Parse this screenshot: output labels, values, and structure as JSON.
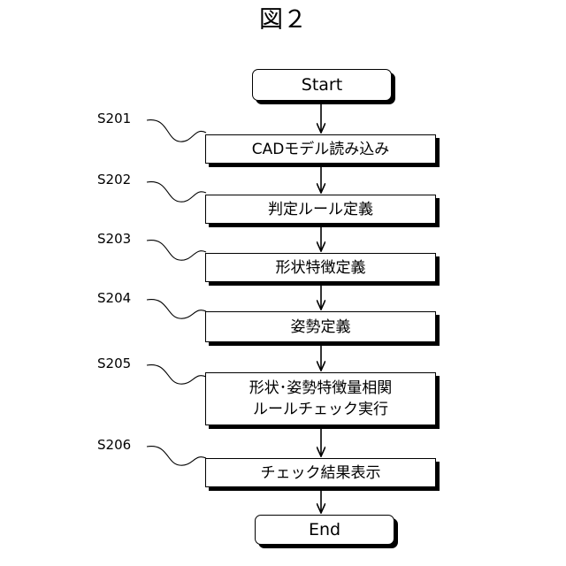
{
  "figure": {
    "title": "図２"
  },
  "flowchart": {
    "start": "Start",
    "end": "End",
    "steps": [
      {
        "id": "S201",
        "lines": [
          "CADモデル読み込み"
        ]
      },
      {
        "id": "S202",
        "lines": [
          "判定ルール定義"
        ]
      },
      {
        "id": "S203",
        "lines": [
          "形状特徴定義"
        ]
      },
      {
        "id": "S204",
        "lines": [
          "姿勢定義"
        ]
      },
      {
        "id": "S205",
        "lines": [
          "形状･姿勢特徴量相関",
          "ルールチェック実行"
        ]
      },
      {
        "id": "S206",
        "lines": [
          "チェック結果表示"
        ]
      }
    ]
  }
}
